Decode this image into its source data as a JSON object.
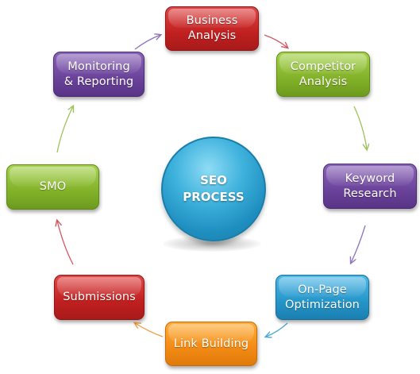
{
  "center": {
    "line1": "SEO",
    "line2": "PROCESS"
  },
  "steps": [
    {
      "label": "Business\nAnalysis",
      "color": "#c0201f"
    },
    {
      "label": "Competitor\nAnalysis",
      "color": "#82b229"
    },
    {
      "label": "Keyword\nResearch",
      "color": "#6a429a"
    },
    {
      "label": "On-Page\nOptimization",
      "color": "#2595c9"
    },
    {
      "label": "Link Building",
      "color": "#f28a14"
    },
    {
      "label": "Submissions",
      "color": "#c0201f"
    },
    {
      "label": "SMO",
      "color": "#82b229"
    },
    {
      "label": "Monitoring\n& Reporting",
      "color": "#6a429a"
    }
  ],
  "arrows": [
    {
      "from": "Business Analysis",
      "to": "Competitor Analysis",
      "color": "#d4555f"
    },
    {
      "from": "Competitor Analysis",
      "to": "Keyword Research",
      "color": "#9cc25a"
    },
    {
      "from": "Keyword Research",
      "to": "On-Page Optimization",
      "color": "#8f73b8"
    },
    {
      "from": "On-Page Optimization",
      "to": "Link Building",
      "color": "#4aa7d6"
    },
    {
      "from": "Link Building",
      "to": "Submissions",
      "color": "#f39a3d"
    },
    {
      "from": "Submissions",
      "to": "SMO",
      "color": "#d4555f"
    },
    {
      "from": "SMO",
      "to": "Monitoring & Reporting",
      "color": "#9cc25a"
    },
    {
      "from": "Monitoring & Reporting",
      "to": "Business Analysis",
      "color": "#8f73b8"
    }
  ]
}
